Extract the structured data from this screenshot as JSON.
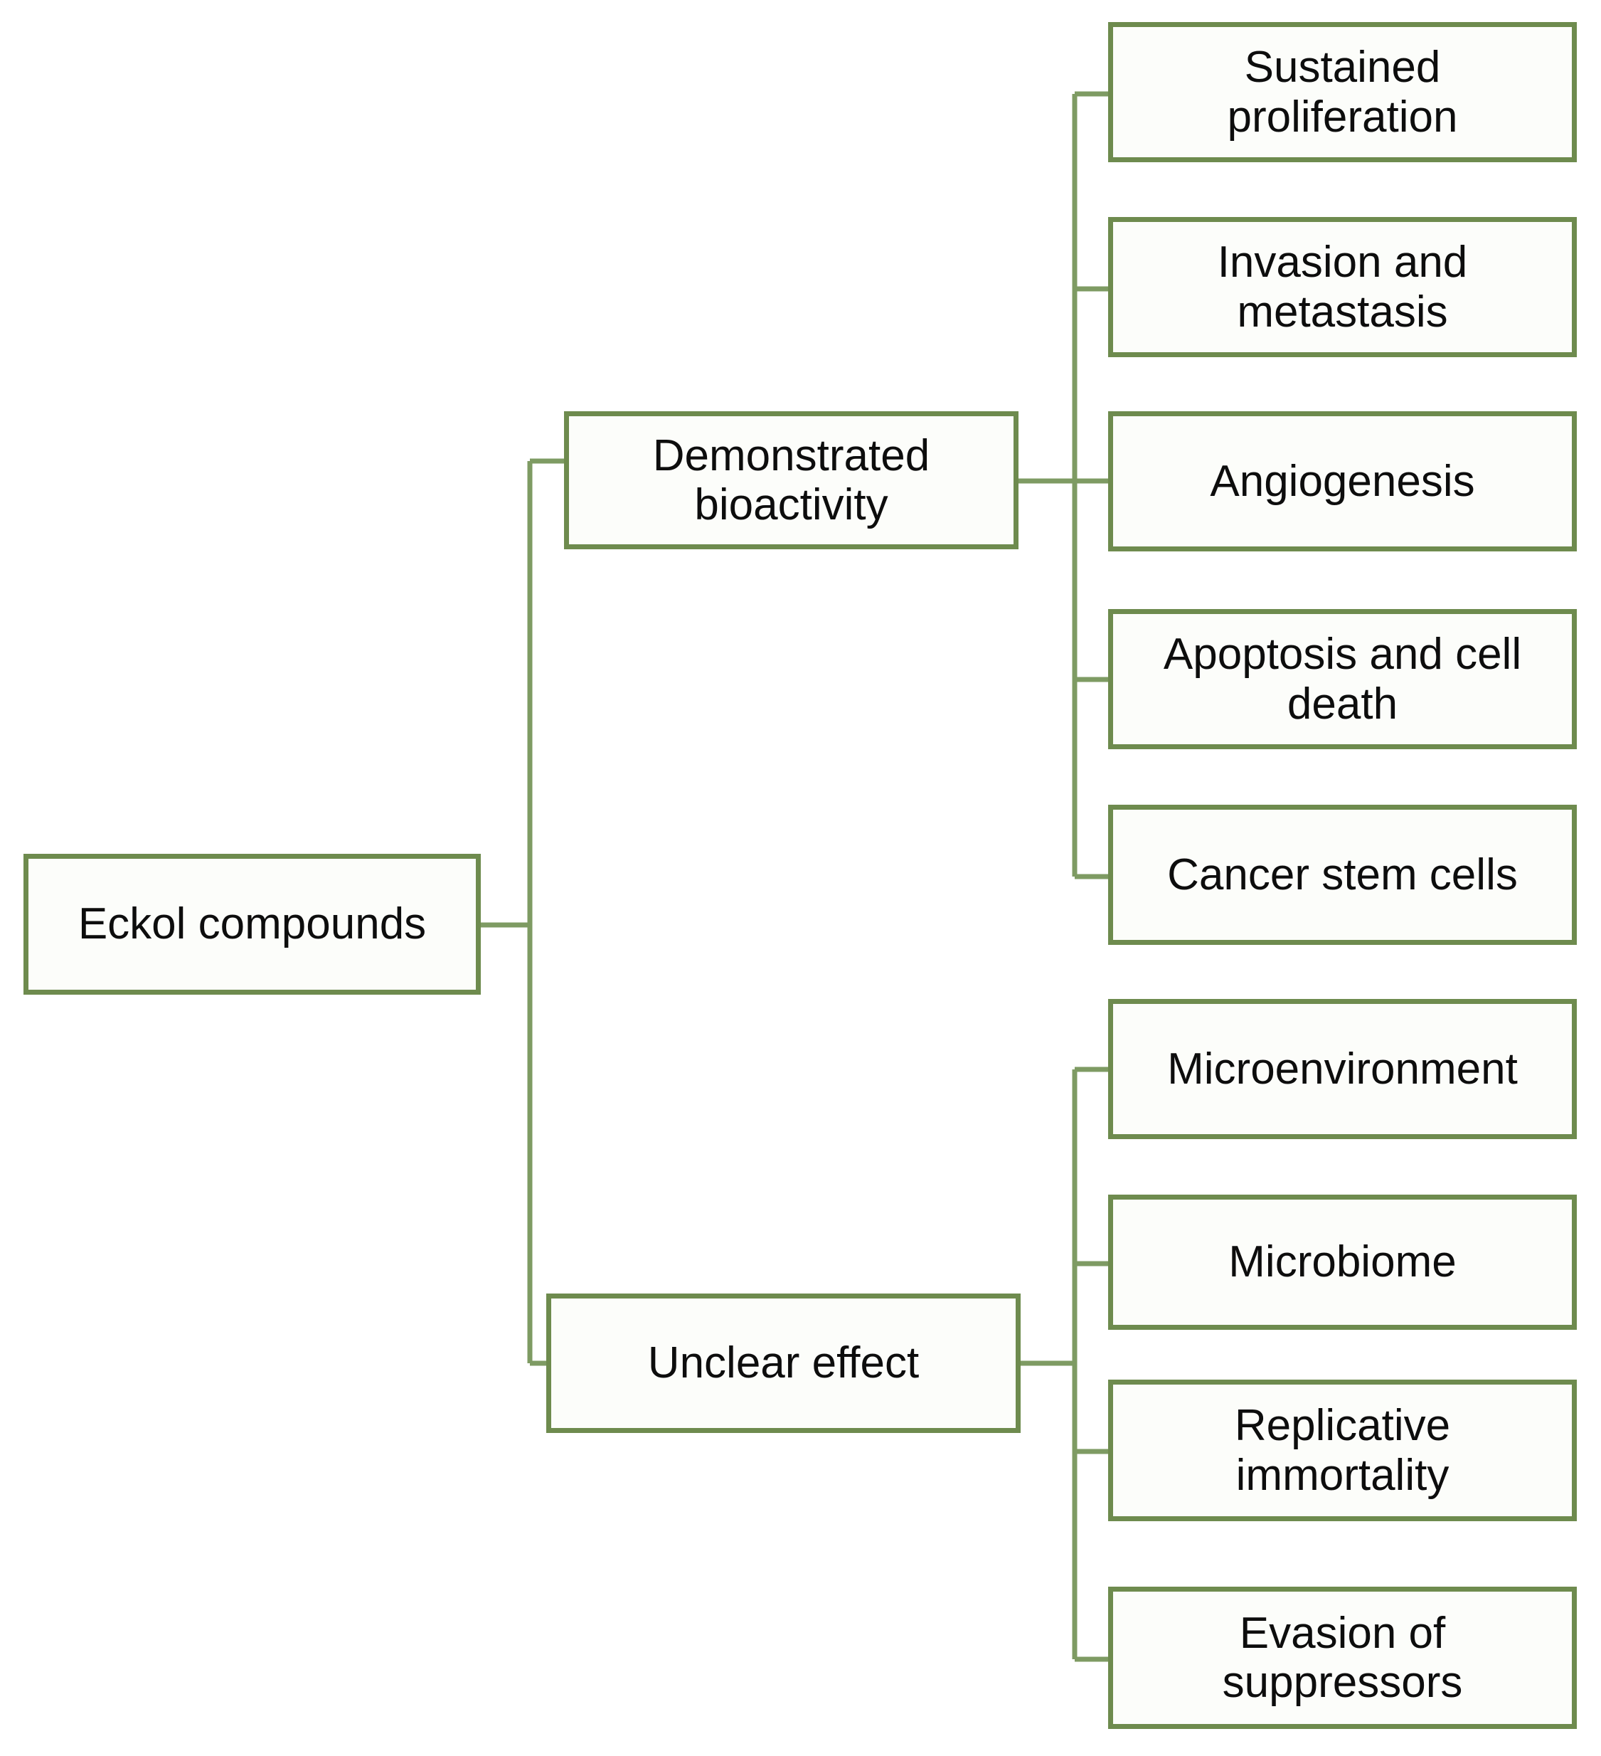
{
  "diagram": {
    "type": "hierarchy-tree",
    "orientation": "left-to-right",
    "colors": {
      "box_border": "#6E8B4E",
      "box_fill": "#FCFDFA",
      "connector": "#7E9B63",
      "text": "#0d0d0d",
      "background": "#FFFFFF"
    },
    "root": {
      "label": "Eckol compounds"
    },
    "branches": [
      {
        "id": "demonstrated-bioactivity",
        "label": "Demonstrated\nbioactivity",
        "children": [
          {
            "id": "sustained-proliferation",
            "label": "Sustained\nproliferation"
          },
          {
            "id": "invasion-and-metastasis",
            "label": "Invasion and\nmetastasis"
          },
          {
            "id": "angiogenesis",
            "label": "Angiogenesis"
          },
          {
            "id": "apoptosis-and-cell-death",
            "label": "Apoptosis and cell\ndeath"
          },
          {
            "id": "cancer-stem-cells",
            "label": "Cancer stem cells"
          }
        ]
      },
      {
        "id": "unclear-effect",
        "label": "Unclear effect",
        "children": [
          {
            "id": "microenvironment",
            "label": "Microenvironment"
          },
          {
            "id": "microbiome",
            "label": "Microbiome"
          },
          {
            "id": "replicative-immortality",
            "label": "Replicative\nimmortality"
          },
          {
            "id": "evasion-of-suppressors",
            "label": "Evasion of\nsuppressors"
          }
        ]
      }
    ]
  }
}
